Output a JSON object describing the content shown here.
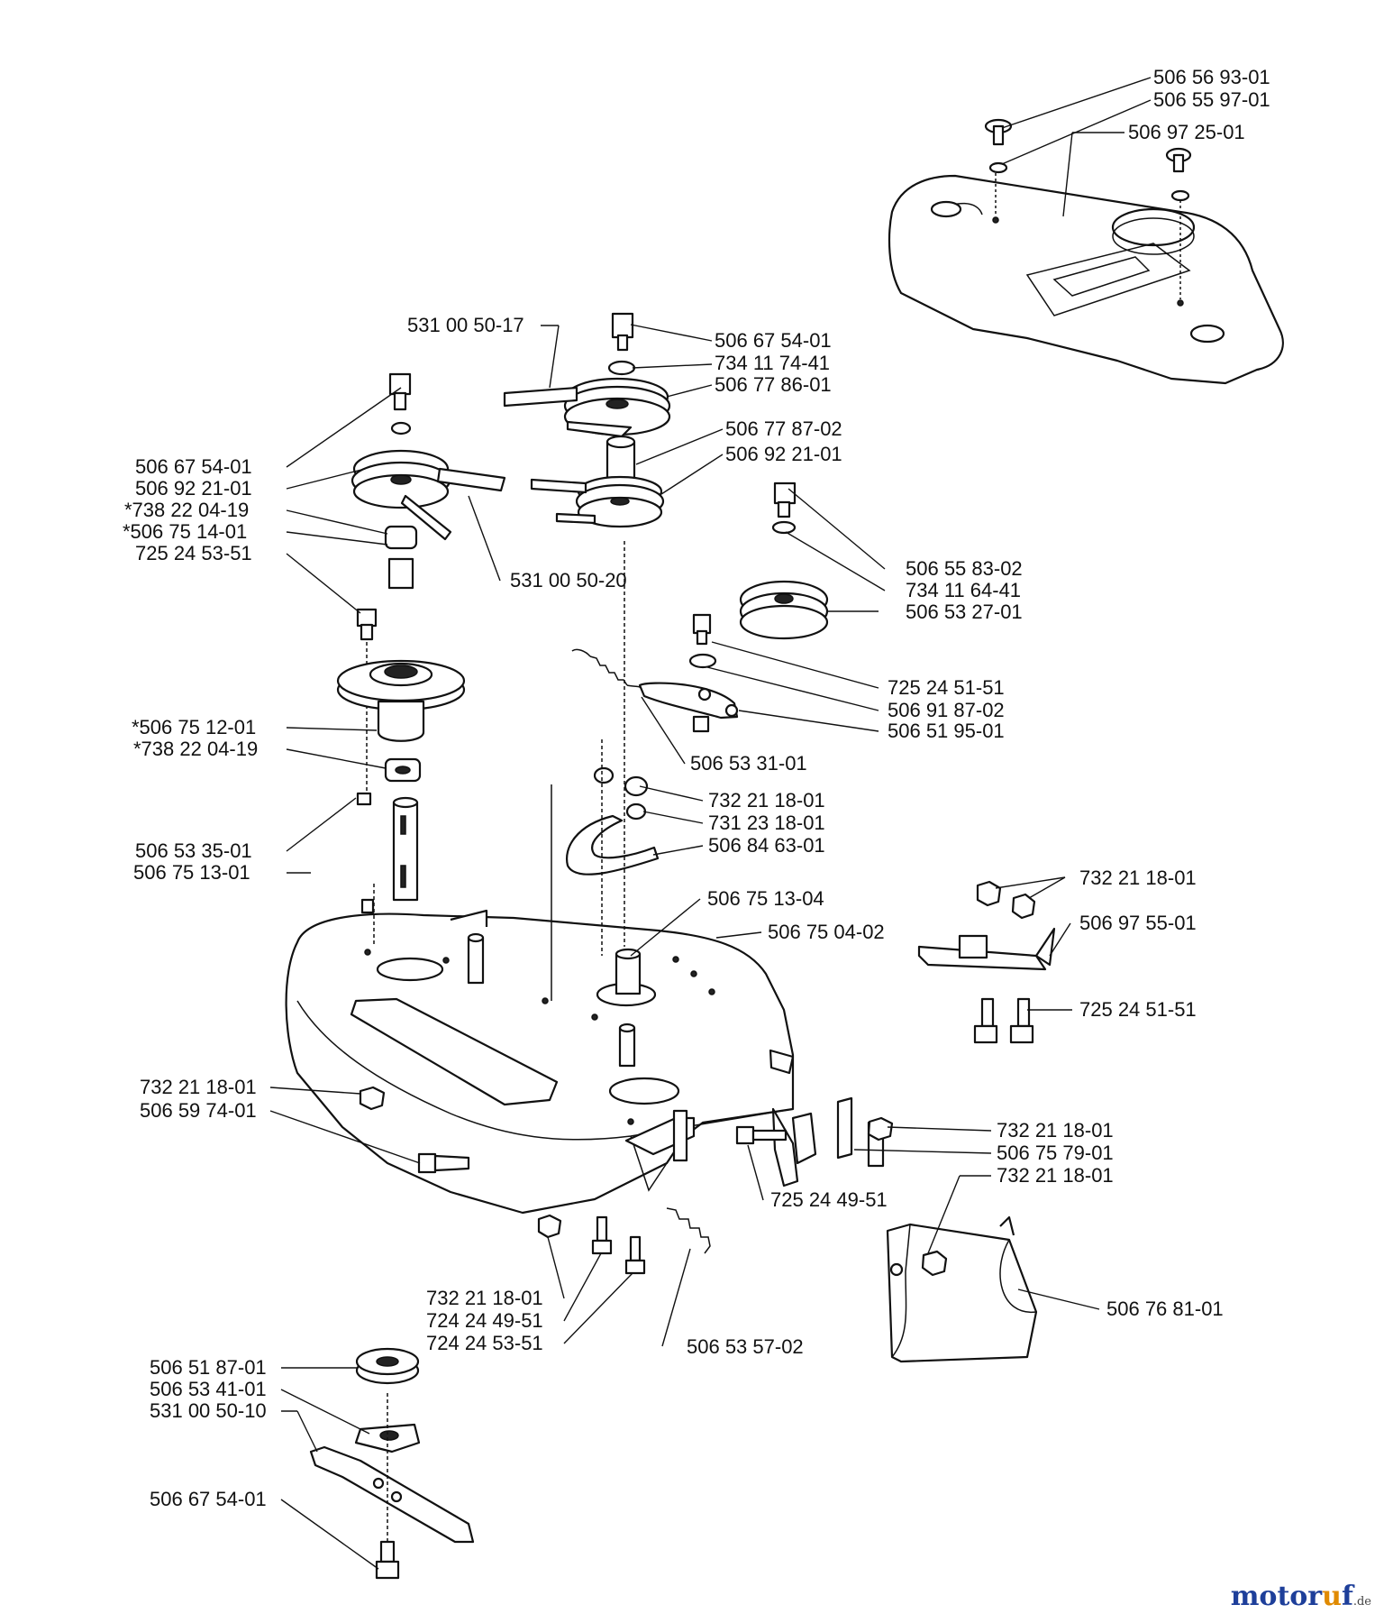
{
  "labels": {
    "l01": "506 56 93-01",
    "l02": "506 55 97-01",
    "l03": "506 97 25-01",
    "l04": "531 00 50-17",
    "l05": "506 67 54-01",
    "l06": "734 11 74-41",
    "l07": "506 77 86-01",
    "l08": "506 77 87-02",
    "l09": "506 92 21-01",
    "l10": "506 67 54-01",
    "l11": "506 92 21-01",
    "l12": "*738 22 04-19",
    "l13": "*506 75 14-01",
    "l14": "725 24 53-51",
    "l15": "531 00 50-20",
    "l16": "506 55 83-02",
    "l17": "734 11 64-41",
    "l18": "506 53 27-01",
    "l19": "725 24 51-51",
    "l20": "506 91 87-02",
    "l21": "506 51 95-01",
    "l22": "*506 75 12-01",
    "l23": "*738 22 04-19",
    "l24": "506 53 31-01",
    "l25": "732 21 18-01",
    "l26": "731 23 18-01",
    "l27": "506 84 63-01",
    "l28": "506 53 35-01",
    "l29": "506 75 13-01",
    "l30": "732 21 18-01",
    "l31": "506 75 13-04",
    "l32": "506 97 55-01",
    "l33": "506 75 04-02",
    "l34": "725 24 51-51",
    "l35": "732 21 18-01",
    "l36": "506 59 74-01",
    "l37": "732 21 18-01",
    "l38": "506 75 79-01",
    "l39": "732 21 18-01",
    "l40": "725 24 49-51",
    "l41": "506 76 81-01",
    "l42": "732 21 18-01",
    "l43": "724 24 49-51",
    "l44": "724 24 53-51",
    "l45": "506 53 57-02",
    "l46": "506 51 87-01",
    "l47": "506 53 41-01",
    "l48": "531 00 50-10",
    "l49": "506 67 54-01"
  },
  "brand": {
    "name_a": "motor",
    "name_b": "u",
    "name_c": "f",
    "tld": ".de",
    "color": "#1e3f9a"
  }
}
